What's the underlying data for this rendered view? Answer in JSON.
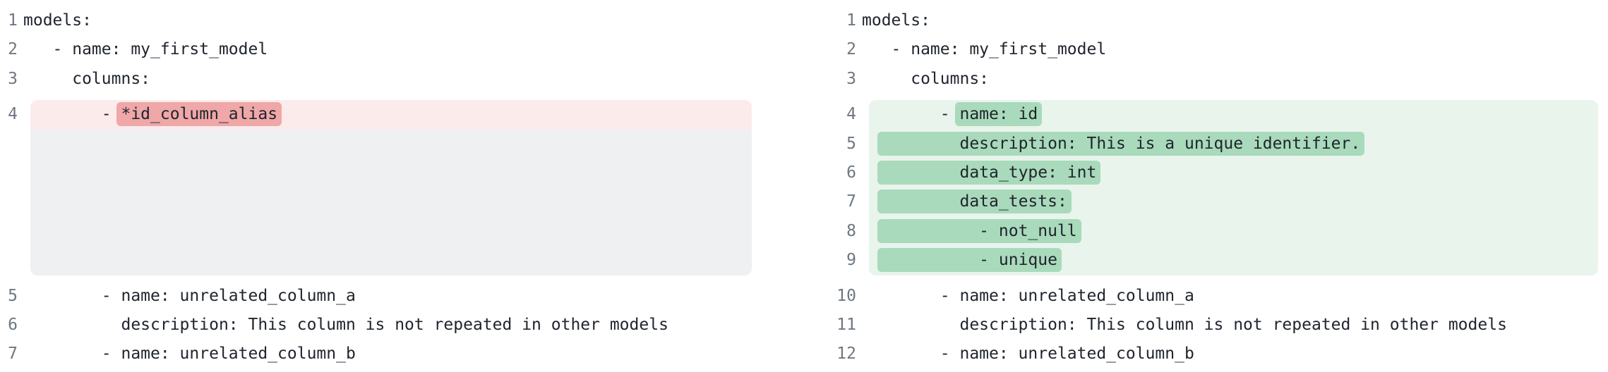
{
  "view": "yaml-diff-side-by-side",
  "colors": {
    "background": "#ffffff",
    "code_text": "#20252e",
    "line_number": "#6e7781",
    "removed_line_bg": "#fcebeb",
    "removed_word_bg": "#efa7a7",
    "added_line_bg": "#e8f4ec",
    "added_word_bg": "#a9dabb",
    "collapsed_filler_bg": "#eef0f2"
  },
  "panels": [
    {
      "name": "before",
      "lines": [
        {
          "number": "1",
          "type": "context",
          "segments": [
            {
              "text": "models:",
              "mark": false
            }
          ]
        },
        {
          "number": "2",
          "type": "context",
          "segments": [
            {
              "text": "   - name: my_first_model",
              "mark": false
            }
          ]
        },
        {
          "number": "3",
          "type": "context",
          "segments": [
            {
              "text": "     columns:",
              "mark": false
            }
          ]
        },
        {
          "number": "4",
          "type": "removed",
          "segments": [
            {
              "text": "        - ",
              "mark": false
            },
            {
              "text": "*id_column_alias",
              "mark": true
            }
          ]
        },
        {
          "type": "filler",
          "rows": 5
        },
        {
          "number": "5",
          "type": "context",
          "segments": [
            {
              "text": "        - name: unrelated_column_a",
              "mark": false
            }
          ]
        },
        {
          "number": "6",
          "type": "context",
          "segments": [
            {
              "text": "          description: This column is not repeated in other models",
              "mark": false
            }
          ]
        },
        {
          "number": "7",
          "type": "context",
          "segments": [
            {
              "text": "        - name: unrelated_column_b",
              "mark": false
            }
          ]
        }
      ]
    },
    {
      "name": "after",
      "lines": [
        {
          "number": "1",
          "type": "context",
          "segments": [
            {
              "text": "models:",
              "mark": false
            }
          ]
        },
        {
          "number": "2",
          "type": "context",
          "segments": [
            {
              "text": "   - name: my_first_model",
              "mark": false
            }
          ]
        },
        {
          "number": "3",
          "type": "context",
          "segments": [
            {
              "text": "     columns:",
              "mark": false
            }
          ]
        },
        {
          "number": "4",
          "type": "added",
          "segments": [
            {
              "text": "        - ",
              "mark": false
            },
            {
              "text": "name: id",
              "mark": true
            }
          ]
        },
        {
          "number": "5",
          "type": "added",
          "segments": [
            {
              "text": "  ",
              "mark": false
            },
            {
              "text": "        description: This is a unique identifier.",
              "mark": true
            }
          ]
        },
        {
          "number": "6",
          "type": "added",
          "segments": [
            {
              "text": "  ",
              "mark": false
            },
            {
              "text": "        data_type: int",
              "mark": true
            }
          ]
        },
        {
          "number": "7",
          "type": "added",
          "segments": [
            {
              "text": "  ",
              "mark": false
            },
            {
              "text": "        data_tests:",
              "mark": true
            }
          ]
        },
        {
          "number": "8",
          "type": "added",
          "segments": [
            {
              "text": "  ",
              "mark": false
            },
            {
              "text": "          - not_null",
              "mark": true
            }
          ]
        },
        {
          "number": "9",
          "type": "added",
          "segments": [
            {
              "text": "  ",
              "mark": false
            },
            {
              "text": "          - unique",
              "mark": true
            }
          ]
        },
        {
          "number": "10",
          "type": "context",
          "segments": [
            {
              "text": "        - name: unrelated_column_a",
              "mark": false
            }
          ]
        },
        {
          "number": "11",
          "type": "context",
          "segments": [
            {
              "text": "          description: This column is not repeated in other models",
              "mark": false
            }
          ]
        },
        {
          "number": "12",
          "type": "context",
          "segments": [
            {
              "text": "        - name: unrelated_column_b",
              "mark": false
            }
          ]
        }
      ]
    }
  ]
}
